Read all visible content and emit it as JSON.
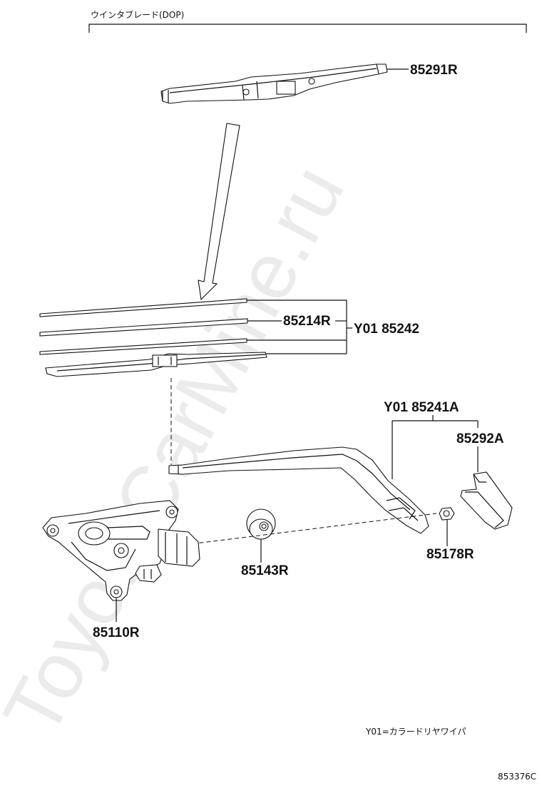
{
  "header": {
    "title": "ウインタブレード(DOP)"
  },
  "parts": {
    "p85291R": "85291R",
    "p85214R": "85214R",
    "p85242": "Y01  85242",
    "p85241A": "Y01  85241A",
    "p85292A": "85292A",
    "p85178R": "85178R",
    "p85143R": "85143R",
    "p85110R": "85110R"
  },
  "note": "Y01=カラードリヤワイパ",
  "diagram_code": "853376C",
  "watermark": "ToyotaCarMine.ru"
}
